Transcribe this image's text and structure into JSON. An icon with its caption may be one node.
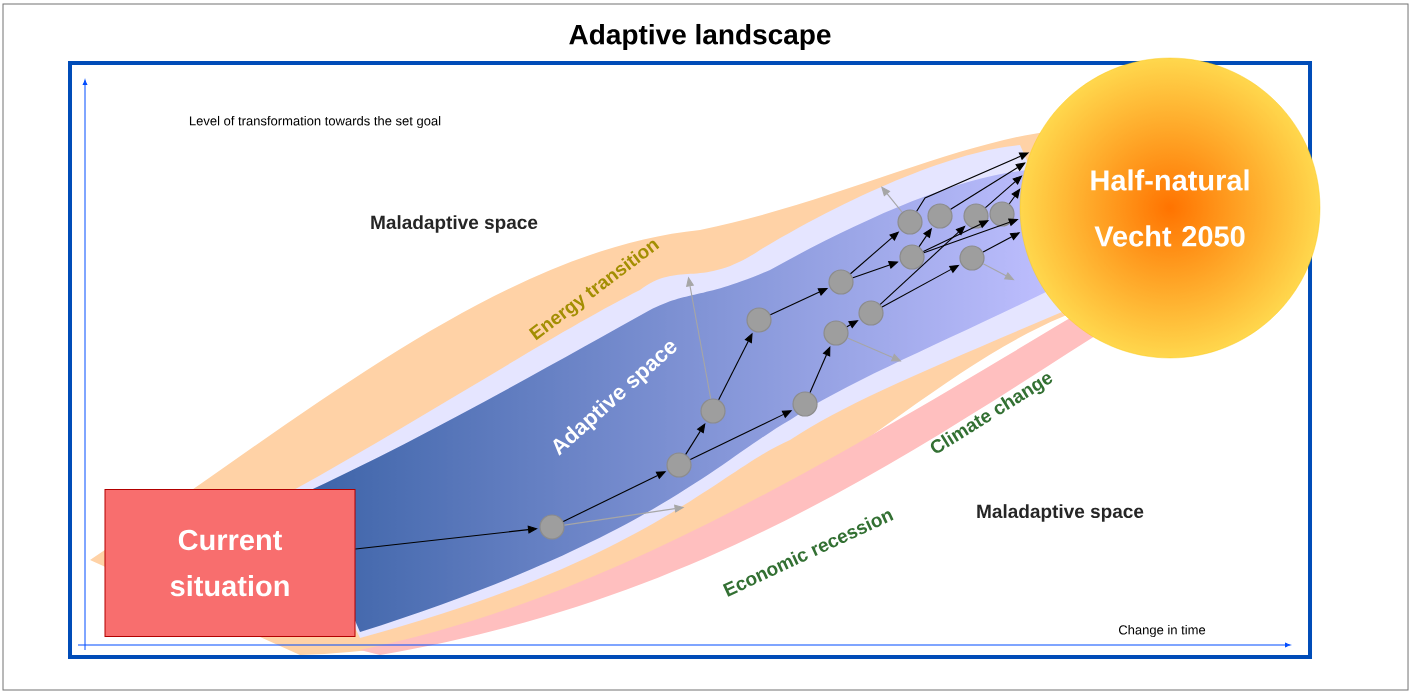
{
  "diagram": {
    "title": "Adaptive landscape",
    "nodes": [
      {
        "text": [
          "Current situation"
        ]
      },
      {
        "text": [
          "Half-natural Vecht 2050"
        ]
      },
      {
        "text": [],
        "shape": "circle"
      },
      {
        "text": [],
        "shape": "circle"
      },
      {
        "text": [],
        "shape": "circle"
      },
      {
        "text": [],
        "shape": "circle"
      },
      {
        "text": [],
        "shape": "circle"
      },
      {
        "text": [],
        "shape": "circle"
      },
      {
        "text": [],
        "shape": "circle"
      },
      {
        "text": [],
        "shape": "circle"
      },
      {
        "text": [],
        "shape": "circle"
      },
      {
        "text": [],
        "shape": "circle"
      },
      {
        "text": [],
        "shape": "circle"
      },
      {
        "text": [],
        "shape": "circle"
      },
      {
        "text": [],
        "shape": "circle"
      },
      {
        "text": [],
        "shape": "circle"
      }
    ],
    "edges": [
      {
        "from": 0,
        "to": 2,
        "arrow": "to"
      },
      {
        "from": 2,
        "to": 3,
        "arrow": "to"
      },
      {
        "from": 3,
        "to": 4,
        "arrow": "to"
      },
      {
        "from": 3,
        "to": 6,
        "arrow": "to"
      },
      {
        "from": 4,
        "to": 5,
        "arrow": "to"
      },
      {
        "from": 5,
        "to": 9,
        "arrow": "to"
      },
      {
        "from": 6,
        "to": 7,
        "arrow": "to"
      },
      {
        "from": 7,
        "to": 8,
        "arrow": "to"
      },
      {
        "from": 9,
        "to": 10,
        "arrow": "to"
      },
      {
        "from": 9,
        "to": 12,
        "arrow": "to"
      },
      {
        "from": 12,
        "to": 11,
        "arrow": "to"
      },
      {
        "from": 8,
        "to": 13,
        "arrow": "to"
      },
      {
        "from": 8,
        "to": 15,
        "arrow": "to"
      },
      {
        "from": 12,
        "to": 14,
        "arrow": "to"
      },
      {
        "from": 10,
        "to": 1,
        "arrow": "to"
      },
      {
        "from": 11,
        "to": 1,
        "arrow": "to"
      },
      {
        "from": 13,
        "to": 1,
        "arrow": "to"
      },
      {
        "from": 14,
        "to": 1,
        "arrow": "to"
      },
      {
        "from": 12,
        "to": 1,
        "arrow": "to"
      },
      {
        "from": 15,
        "to": 1,
        "arrow": "to"
      },
      {
        "from": 2,
        "to": null,
        "arrow": "to",
        "color": "#a6a6a6"
      },
      {
        "from": 4,
        "to": null,
        "arrow": "to",
        "color": "#a6a6a6"
      },
      {
        "from": 7,
        "to": null,
        "arrow": "to",
        "color": "#a6a6a6"
      },
      {
        "from": 10,
        "to": null,
        "arrow": "to",
        "color": "#a6a6a6"
      },
      {
        "from": 15,
        "to": null,
        "arrow": "to",
        "color": "#a6a6a6"
      }
    ],
    "labels": [
      "Level of transformation towards the set goal",
      "Maladaptive space",
      "Energy transition",
      "Adaptive space",
      "Climate change",
      "Economic recession",
      "Maladaptive space",
      "Change in time"
    ]
  }
}
